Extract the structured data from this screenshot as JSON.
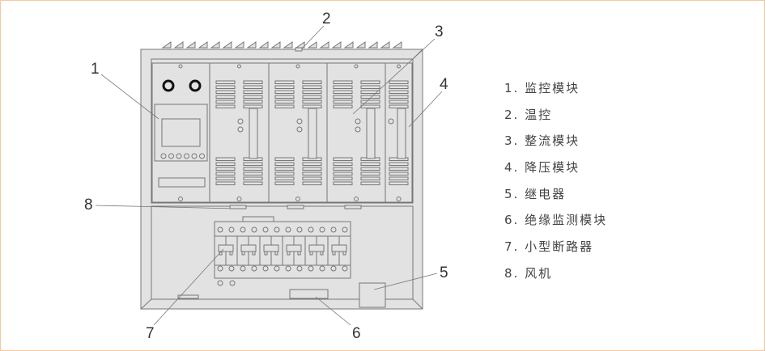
{
  "callouts": [
    "1",
    "2",
    "3",
    "4",
    "5",
    "6",
    "7",
    "8"
  ],
  "legend": [
    "1. 监控模块",
    "2. 温控",
    "3. 整流模块",
    "4. 降压模块",
    "5. 继电器",
    "6. 绝缘监测模块",
    "7. 小型断路器",
    "8. 风机"
  ],
  "colors": {
    "line": "#777777",
    "fill": "#e2e2e2",
    "border": "#f3c9a0"
  }
}
